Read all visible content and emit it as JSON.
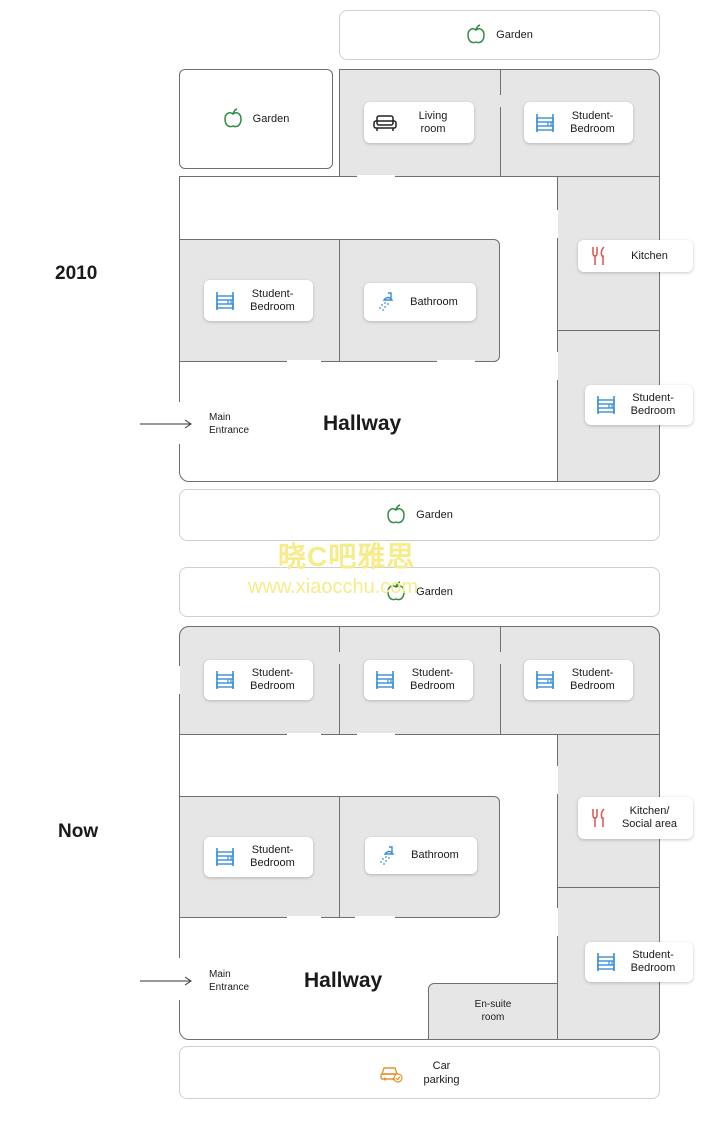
{
  "plan_2010": {
    "year": "2010",
    "garden_top": "Garden",
    "garden_left": "Garden",
    "garden_bottom": "Garden",
    "living_room": "Living\nroom",
    "bedroom_top_right": "Student-\nBedroom",
    "kitchen": "Kitchen",
    "bedroom_center": "Student-\nBedroom",
    "bathroom": "Bathroom",
    "bedroom_right": "Student-\nBedroom",
    "hallway": "Hallway",
    "main_entrance": "Main\nEntrance"
  },
  "plan_now": {
    "year": "Now",
    "garden_top": "Garden",
    "bedroom_top_left": "Student-\nBedroom",
    "bedroom_top_mid": "Student-\nBedroom",
    "bedroom_top_right": "Student-\nBedroom",
    "kitchen": "Kitchen/\nSocial area",
    "bedroom_center": "Student-\nBedroom",
    "bathroom": "Bathroom",
    "bedroom_right": "Student-\nBedroom",
    "ensuite": "En-suite\nroom",
    "hallway": "Hallway",
    "main_entrance": "Main\nEntrance",
    "car_parking": "Car\nparking"
  },
  "watermark": {
    "line1": "晓C吧雅思",
    "line2": "www.xiaocchu.com"
  },
  "colors": {
    "room_fill": "#e6e6e6",
    "wall": "#6f6f6f",
    "garden_icon": "#2e8b3e",
    "bed_icon": "#3a8fd6",
    "kitchen_icon": "#d9534f",
    "car_icon": "#e8952f"
  },
  "icons": {
    "garden": "apple-icon",
    "living": "sofa-icon",
    "bedroom": "bunk-bed-icon",
    "bathroom": "shower-icon",
    "kitchen": "cutlery-icon",
    "parking": "car-icon"
  }
}
